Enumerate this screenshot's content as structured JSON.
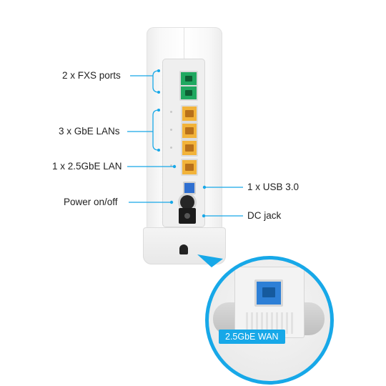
{
  "callouts": {
    "fxs_ports": "2 x FXS ports",
    "gbe_lans": "3 x GbE LANs",
    "lan_2_5gbe": "1 x 2.5GbE LAN",
    "power": "Power on/off",
    "usb": "1 x USB 3.0",
    "dc_jack": "DC jack",
    "wan_2_5gbe": "2.5GbE WAN"
  },
  "colors": {
    "accent": "#17a8e8",
    "leader_line": "#17a8e8",
    "fxs_port": "#1fa860",
    "lan_port": "#f2b33a",
    "usb_port": "#2f6fd0",
    "wan_port": "#2d7fd6"
  }
}
